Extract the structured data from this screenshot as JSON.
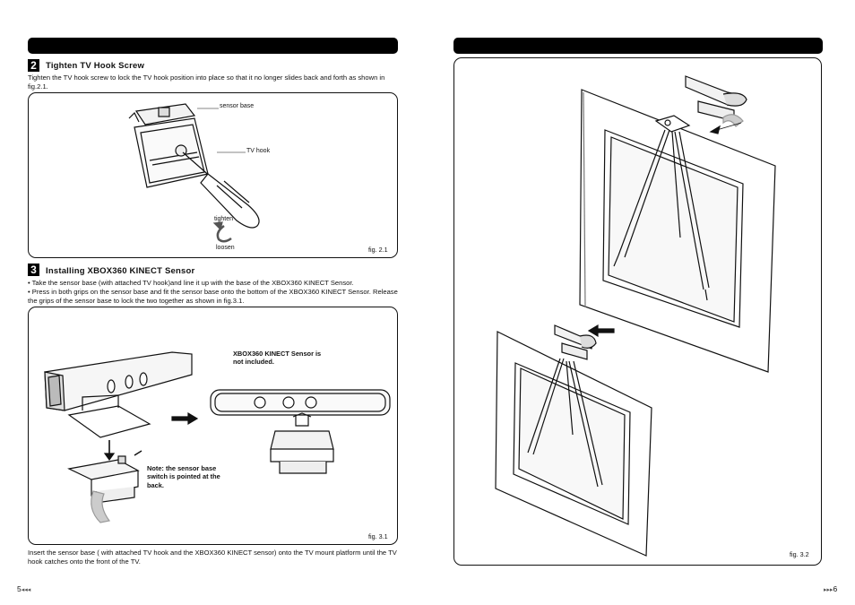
{
  "left_page": {
    "step2": {
      "number": "2",
      "title": "Tighten TV Hook Screw",
      "text": "Tighten the TV hook screw to lock the TV hook position into place so that it no longer slides back and forth as shown in fig.2.1.",
      "labels": {
        "sensor_base": "sensor base",
        "tv_hook": "TV hook",
        "tighten": "tighten",
        "loosen": "loosen"
      },
      "caption": "fig. 2.1"
    },
    "step3": {
      "number": "3",
      "title": "Installing XBOX360 KINECT Sensor",
      "bullets": [
        "• Take the sensor base (with attached TV hook)and line it up with the base of the XBOX360 KINECT Sensor.",
        "• Press in both grips on the sensor base and fit the sensor base onto the bottom of the XBOX360 KINECT Sensor.  Release the grips of the sensor base to lock the two together as shown in fig.3.1."
      ],
      "not_included_note": "XBOX360 KINECT Sensor is not included.",
      "switch_note": "Note: the sensor base switch is pointed at the back.",
      "caption": "fig. 3.1"
    },
    "footer_text": "Insert the sensor base ( with attached TV hook and the XBOX360 KINECT sensor) onto the TV mount platform until the TV hook catches onto the front of the TV.",
    "page_number": "5"
  },
  "right_page": {
    "caption": "fig. 3.2",
    "page_number": "6"
  }
}
